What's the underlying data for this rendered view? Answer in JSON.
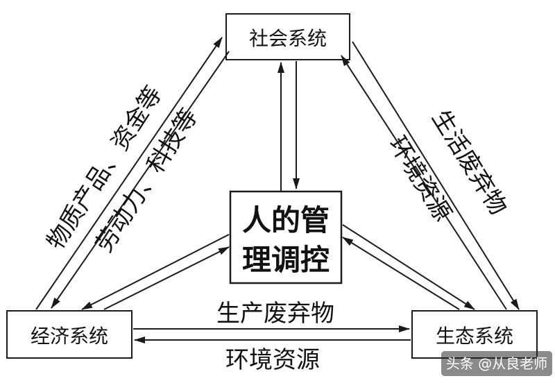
{
  "nodes": {
    "society": "社会系统",
    "economy": "经济系统",
    "ecology": "生态系统",
    "center_line1": "人的管",
    "center_line2": "理调控"
  },
  "labels": {
    "econ_to_society": "物质产品、资金等",
    "society_to_econ": "劳动力、科技等",
    "society_to_eco": "生活废弃物",
    "eco_to_society": "环境资源",
    "econ_to_eco": "生产废弃物",
    "eco_to_econ": "环境资源"
  },
  "watermark": "头条 @从良老师",
  "colors": {
    "stroke": "#1a1a1a",
    "text": "#111111"
  }
}
